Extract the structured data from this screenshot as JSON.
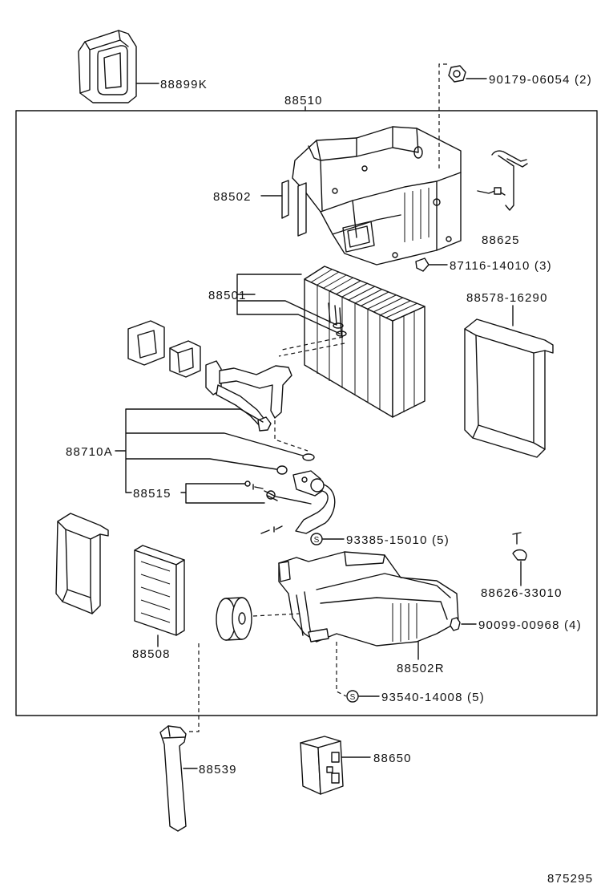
{
  "labels": {
    "p88899k": "88899K",
    "p88510": "88510",
    "p90179": "90179-06054 (2)",
    "p88502": "88502",
    "p88625": "88625",
    "p87116": "87116-14010 (3)",
    "p88501": "88501",
    "p88578": "88578-16290",
    "p88710a": "88710A",
    "p88515": "88515",
    "p93385": "93385-15010 (5)",
    "p88626": "88626-33010",
    "p90099": "90099-00968 (4)",
    "p88508": "88508",
    "p88502r": "88502R",
    "p93540": "93540-14008 (5)",
    "p88539": "88539",
    "p88650": "88650"
  },
  "s_mark": "S",
  "figure_number": "875295",
  "colors": {
    "ink": "#111111",
    "paper": "#ffffff"
  }
}
